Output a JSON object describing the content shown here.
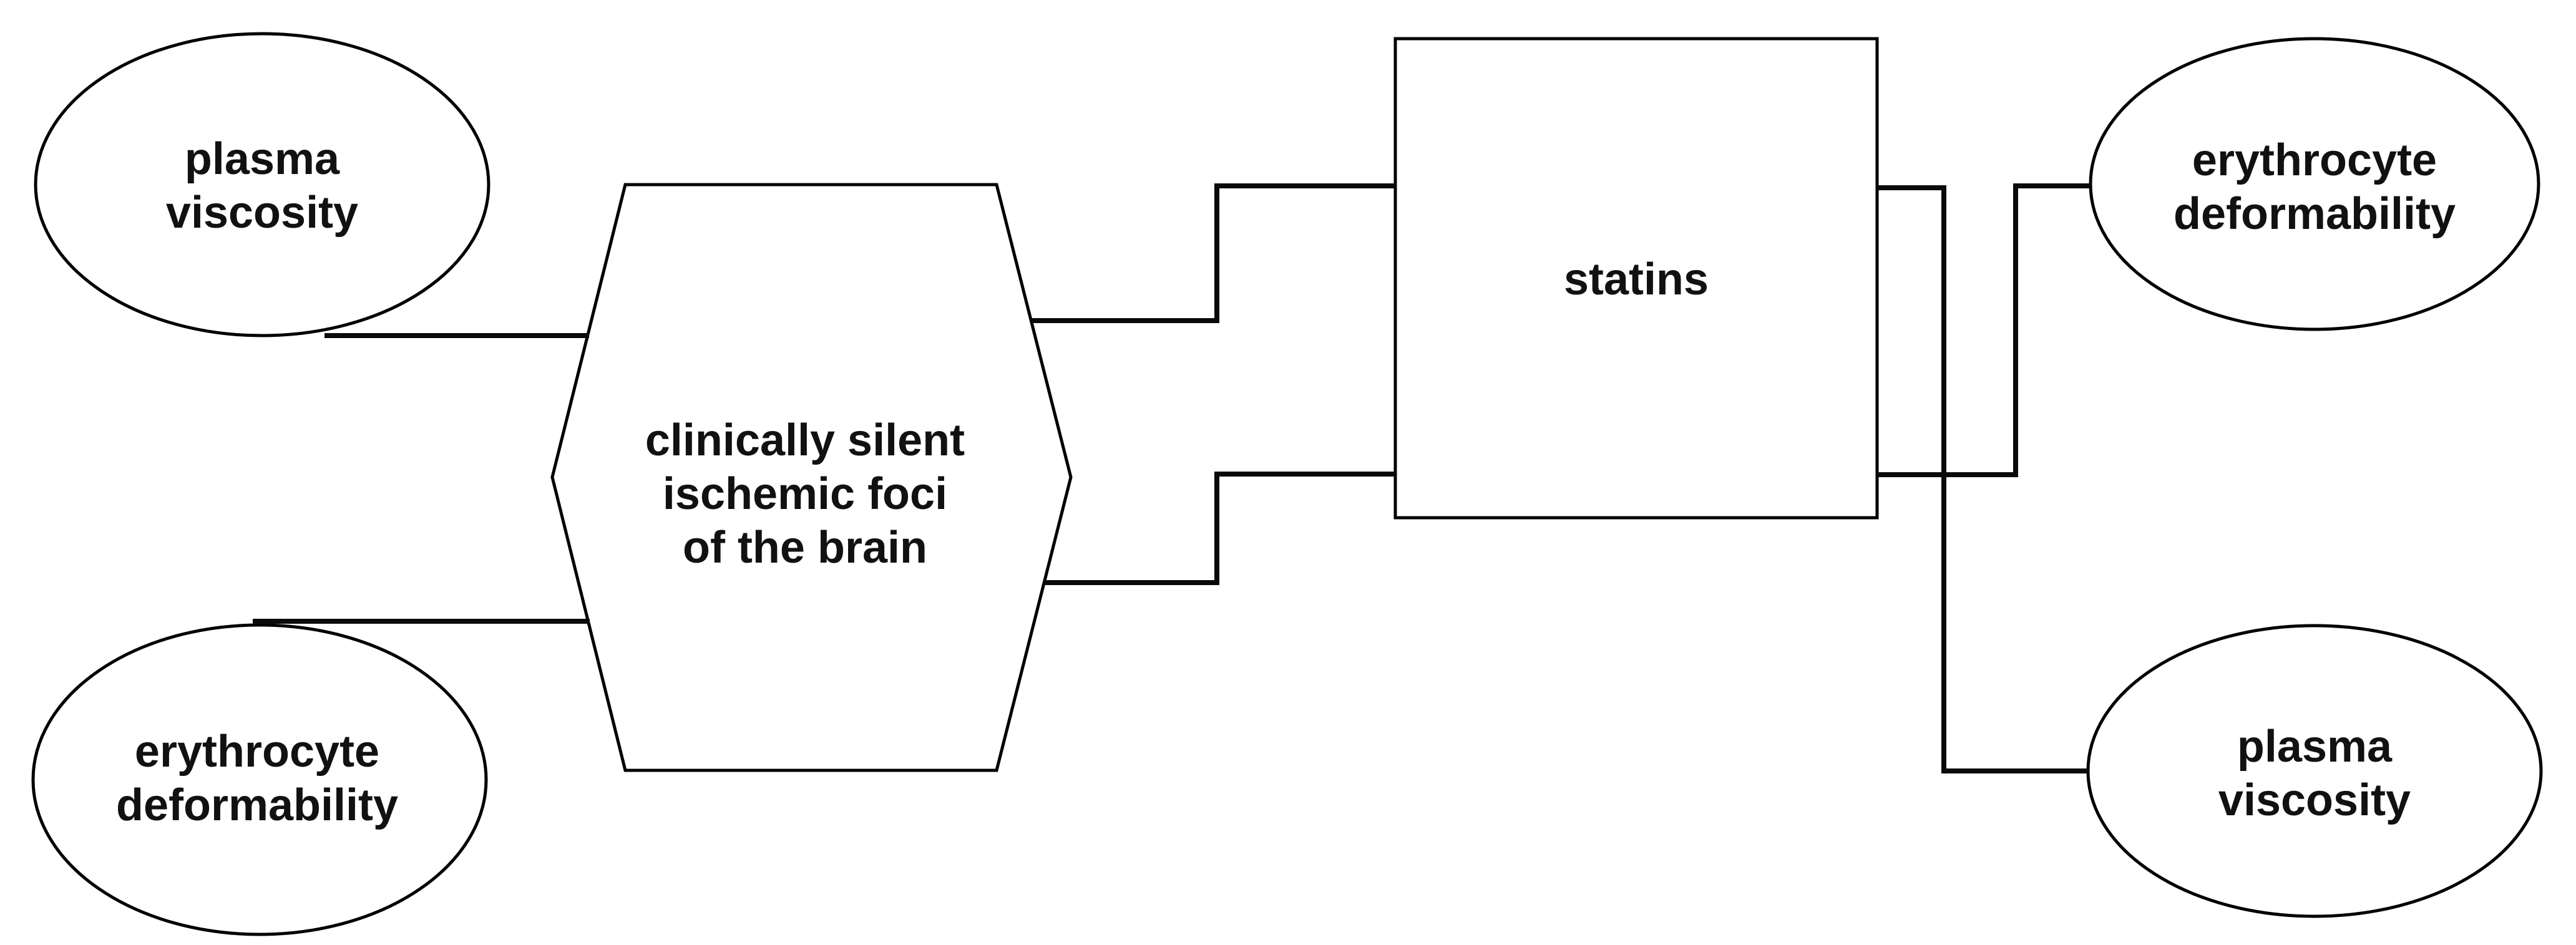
{
  "canvas": {
    "background": "#ffffff",
    "shape_fill": "#ffffff",
    "stroke_color": "#000000",
    "text_color": "#111111"
  },
  "nodes": {
    "plasma_viscosity_left": {
      "shape": "ellipse",
      "lines": [
        "plasma",
        "viscosity"
      ]
    },
    "erythrocyte_deformability_left": {
      "shape": "ellipse",
      "lines": [
        "erythrocyte",
        "deformability"
      ]
    },
    "ischemic_foci_hexagon": {
      "shape": "hexagon",
      "lines": [
        "clinically silent",
        "ischemic foci",
        "of the brain"
      ]
    },
    "statins_box": {
      "shape": "rectangle",
      "lines": [
        "statins"
      ]
    },
    "erythrocyte_deformability_right": {
      "shape": "ellipse",
      "lines": [
        "erythrocyte",
        "deformability"
      ]
    },
    "plasma_viscosity_right": {
      "shape": "ellipse",
      "lines": [
        "plasma",
        "viscosity"
      ]
    }
  },
  "edges": [
    {
      "from": "plasma viscosity (left)",
      "to": "clinically silent ischemic foci of the brain"
    },
    {
      "from": "erythrocyte deformability (left)",
      "to": "clinically silent ischemic foci of the brain"
    },
    {
      "from": "clinically silent ischemic foci of the brain",
      "to": "statins (upper connector)"
    },
    {
      "from": "clinically silent ischemic foci of the brain",
      "to": "statins (lower connector)"
    },
    {
      "from": "statins",
      "to": "plasma viscosity (right)"
    },
    {
      "from": "statins",
      "to": "erythrocyte deformability (right)"
    }
  ]
}
